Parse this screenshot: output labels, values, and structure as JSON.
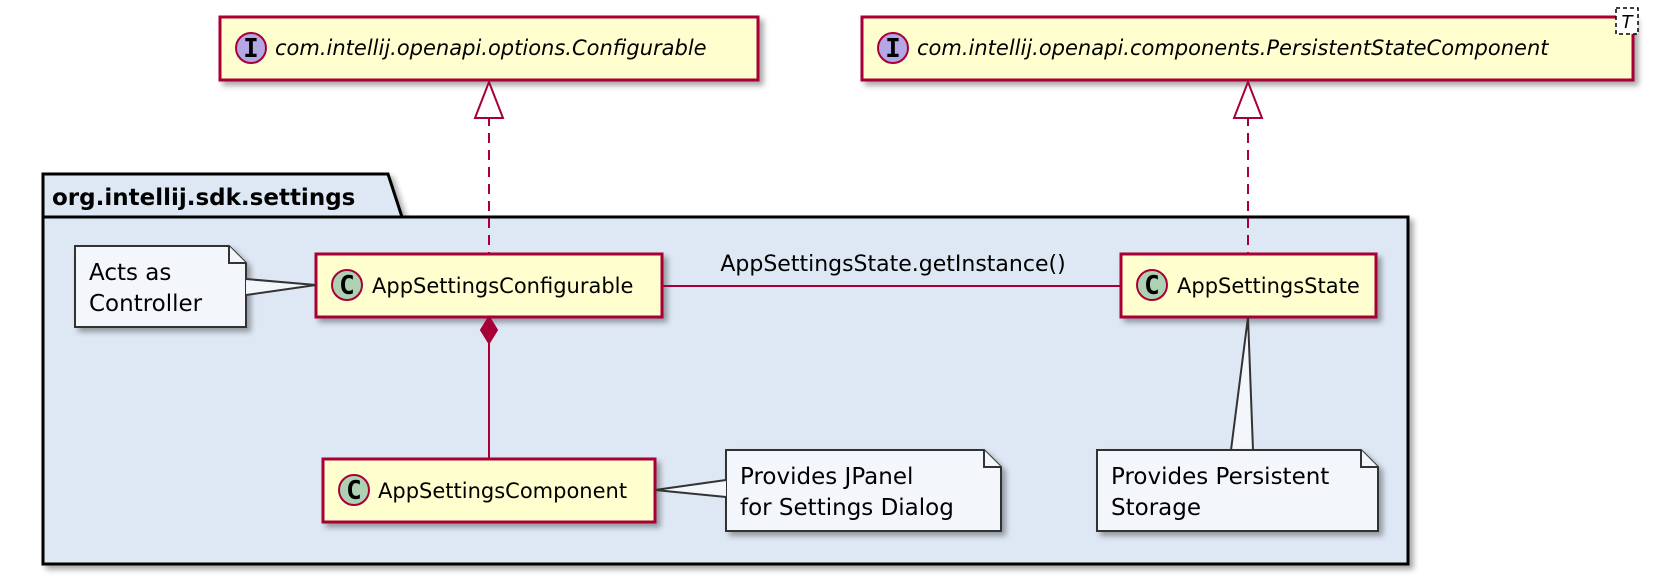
{
  "package": {
    "name": "org.intellij.sdk.settings"
  },
  "interfaces": {
    "configurable": {
      "name": "com.intellij.openapi.options.Configurable",
      "stereotype_glyph": "I"
    },
    "persistent": {
      "name": "com.intellij.openapi.components.PersistentStateComponent",
      "stereotype_glyph": "I",
      "type_param": "T"
    }
  },
  "classes": {
    "configurable": {
      "name": "AppSettingsConfigurable",
      "stereotype_glyph": "C"
    },
    "state": {
      "name": "AppSettingsState",
      "stereotype_glyph": "C"
    },
    "component": {
      "name": "AppSettingsComponent",
      "stereotype_glyph": "C"
    }
  },
  "notes": {
    "controller": {
      "lines": [
        "Acts as",
        "Controller"
      ]
    },
    "jpanel": {
      "lines": [
        "Provides JPanel",
        "for Settings Dialog"
      ]
    },
    "storage": {
      "lines": [
        "Provides Persistent",
        "Storage"
      ]
    }
  },
  "relations": {
    "association_label": "AppSettingsState.getInstance()"
  },
  "colors": {
    "border": "#A80036",
    "class_fill": "#FEFECE",
    "package_fill": "#DEE8F4",
    "note_fill": "#F3F6FA",
    "class_glyph_fill": "#ADD1B2",
    "interface_glyph_fill": "#B4A7E5"
  }
}
